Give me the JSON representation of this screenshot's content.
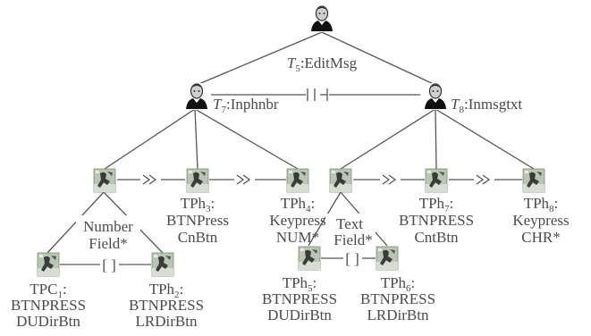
{
  "diagram": {
    "nodes": {
      "root": {
        "label_prefix": "T",
        "label_sub": "5",
        "label_text": ":EditMsg",
        "icon": "person-icon"
      },
      "t7": {
        "label_prefix": "T",
        "label_sub": "7",
        "label_text": ":Inphnbr",
        "icon": "person-icon"
      },
      "t8": {
        "label_prefix": "T",
        "label_sub": "8",
        "label_text": ":Inmsgtxt",
        "icon": "person-icon"
      },
      "n1": {
        "icon": "task-icon"
      },
      "n2": {
        "icon": "task-icon"
      },
      "tph3": {
        "line1": "TPh",
        "line1_sub": "3",
        "line1_suffix": ":",
        "line2": "BTNPress",
        "line3": "CnBtn",
        "icon": "task-icon"
      },
      "tph4": {
        "line1": "TPh",
        "line1_sub": "4",
        "line1_suffix": ":",
        "line2": "Keypress",
        "line3": "NUM*",
        "icon": "task-icon"
      },
      "tph7": {
        "line1": "TPh",
        "line1_sub": "7",
        "line1_suffix": ":",
        "line2": "BTNPRESS",
        "line3": "CntBtn",
        "icon": "task-icon"
      },
      "tph8": {
        "line1": "TPh",
        "line1_sub": "8",
        "line1_suffix": ":",
        "line2": "Keypress",
        "line3": "CHR*",
        "icon": "task-icon"
      },
      "tpc1": {
        "line1": "TPC",
        "line1_sub": "1",
        "line1_suffix": ":",
        "line2": "BTNPRESS",
        "line3": "DUDirBtn",
        "icon": "task-icon"
      },
      "tph2": {
        "line1": "TPh",
        "line1_sub": "2",
        "line1_suffix": ":",
        "line2": "BTNPRESS",
        "line3": "LRDirBtn",
        "icon": "task-icon"
      },
      "tph5": {
        "line1": "TPh",
        "line1_sub": "5",
        "line1_suffix": ":",
        "line2": "BTNPRESS",
        "line3": "DUDirBtn",
        "icon": "task-icon"
      },
      "tph6": {
        "line1": "TPh",
        "line1_sub": "6",
        "line1_suffix": ":",
        "line2": "BTNPRESS",
        "line3": "LRDirBtn",
        "icon": "task-icon"
      }
    },
    "groups": {
      "number_field": {
        "line1": "Number",
        "line2": "Field*"
      },
      "text_field": {
        "line1": "Text",
        "line2": "Field*"
      }
    },
    "operators": {
      "enable": ">>",
      "order_independence": "[ ]"
    }
  }
}
